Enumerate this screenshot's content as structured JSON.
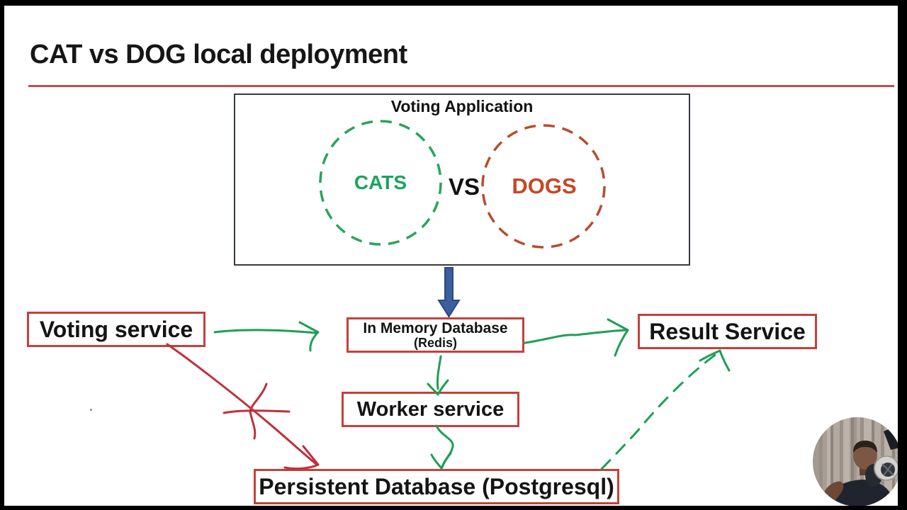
{
  "slide": {
    "title": "CAT vs DOG local deployment",
    "underline_color": "#c0504d"
  },
  "voting_app": {
    "label": "Voting Application",
    "cats": {
      "label": "CATS",
      "text_color": "#1aa45e",
      "circle_color": "#28a45c"
    },
    "vs_label": "VS",
    "dogs": {
      "label": "DOGS",
      "text_color": "#c2492a",
      "circle_color": "#b84c2e"
    }
  },
  "nodes": {
    "voting_service": {
      "label": "Voting service"
    },
    "in_memory_db": {
      "label": "In Memory Database",
      "sublabel": "(Redis)"
    },
    "result_service": {
      "label": "Result Service"
    },
    "worker_service": {
      "label": "Worker service"
    },
    "persistent_db": {
      "label": "Persistent Database (Postgresql)"
    }
  },
  "edges": [
    {
      "from": "voting-application",
      "to": "in-memory-db",
      "style": "solid-filled",
      "color": "#3d5e9c"
    },
    {
      "from": "voting-service",
      "to": "in-memory-db",
      "style": "solid",
      "color": "#1f9e55"
    },
    {
      "from": "in-memory-db",
      "to": "result-service",
      "style": "solid",
      "color": "#1f9e55"
    },
    {
      "from": "in-memory-db",
      "to": "worker-service",
      "style": "solid",
      "color": "#1f9e55"
    },
    {
      "from": "worker-service",
      "to": "persistent-db",
      "style": "solid",
      "color": "#1f9e55"
    },
    {
      "from": "voting-service",
      "to": "persistent-db",
      "style": "solid",
      "color": "#c12f3a",
      "annotation": "crossed-out"
    },
    {
      "from": "persistent-db",
      "to": "result-service",
      "style": "dashed",
      "color": "#1f9e55"
    }
  ],
  "colors": {
    "node_border": "#c5403c",
    "green": "#1f9e55",
    "red": "#c12f3a",
    "blue_fill": "#3d5e9c",
    "blue_stroke": "#2a4a80"
  }
}
